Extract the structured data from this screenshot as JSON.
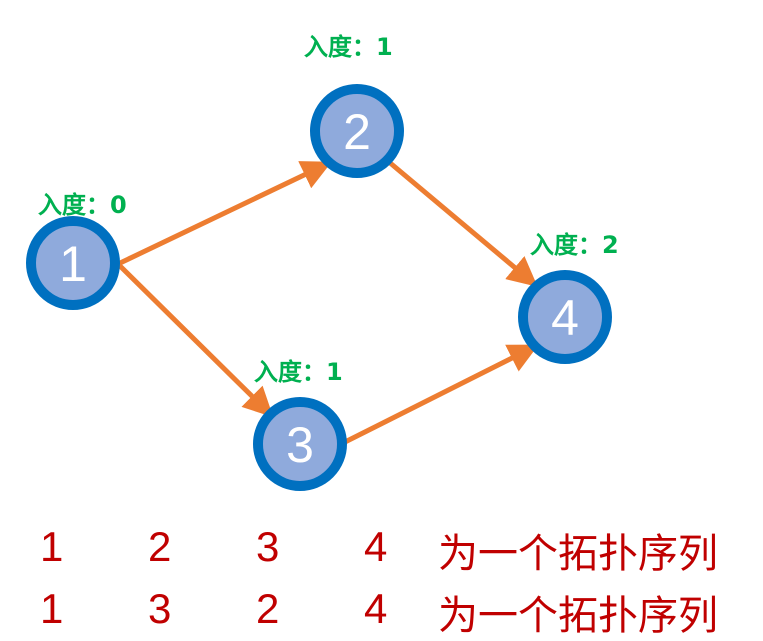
{
  "colors": {
    "node_ring": "#0070c0",
    "node_fill": "#8faadc",
    "node_text": "#ffffff",
    "edge": "#ed7d31",
    "indegree_text": "#00b050",
    "sequence_text": "#c00000"
  },
  "nodes": [
    {
      "id": "1",
      "label": "1",
      "indegree_label": "入度：0"
    },
    {
      "id": "2",
      "label": "2",
      "indegree_label": "入度：1"
    },
    {
      "id": "3",
      "label": "3",
      "indegree_label": "入度：1"
    },
    {
      "id": "4",
      "label": "4",
      "indegree_label": "入度：2"
    }
  ],
  "edges": [
    {
      "from": "1",
      "to": "2"
    },
    {
      "from": "1",
      "to": "3"
    },
    {
      "from": "2",
      "to": "4"
    },
    {
      "from": "3",
      "to": "4"
    }
  ],
  "sequences": [
    {
      "order": [
        "1",
        "2",
        "3",
        "4"
      ],
      "caption": "为一个拓扑序列"
    },
    {
      "order": [
        "1",
        "3",
        "2",
        "4"
      ],
      "caption": "为一个拓扑序列"
    }
  ]
}
